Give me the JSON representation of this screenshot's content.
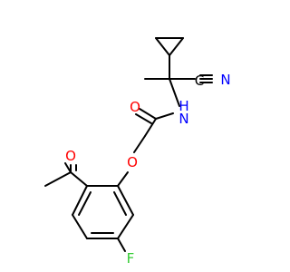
{
  "molecule": {
    "atoms": {
      "n_amide": {
        "label": "N",
        "hydrogen": "H",
        "color": "#0000ff"
      },
      "o_carbonyl": {
        "label": "O",
        "color": "#ff0000"
      },
      "o_ether": {
        "label": "O",
        "color": "#ff0000"
      },
      "o_acetyl": {
        "label": "O",
        "color": "#ff0000"
      },
      "n_nitrile": {
        "label": "N",
        "color": "#0000ff"
      },
      "c_nitrile": {
        "label": "C",
        "color": "#000000"
      },
      "f": {
        "label": "F",
        "color": "#33cc33"
      }
    }
  }
}
